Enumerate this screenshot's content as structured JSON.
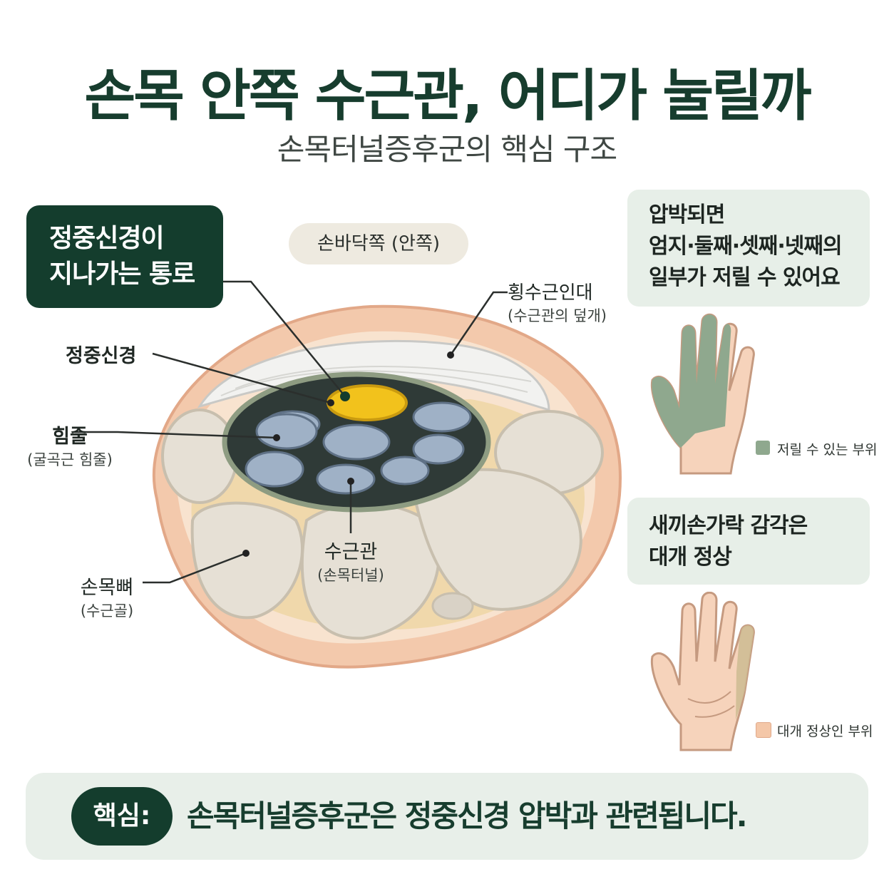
{
  "header": {
    "title": "손목 안쪽 수근관, 어디가 눌릴까",
    "subtitle": "손목터널증후군의 핵심 구조"
  },
  "diagram": {
    "callout_line1": "정중신경이",
    "callout_line2": "지나가는 통로",
    "palm_side_label": "손바닥쪽 (안쪽)",
    "labels": {
      "ligament": "횡수근인대",
      "ligament_sub": "(수근관의 덮개)",
      "median_nerve": "정중신경",
      "tendon": "힘줄",
      "tendon_sub": "(굴곡근 힘줄)",
      "wrist_bone": "손목뼈",
      "wrist_bone_sub": "(수근골)",
      "carpal_tunnel": "수근관",
      "carpal_tunnel_sub": "(손목터널)"
    }
  },
  "side": {
    "card1_lines": [
      "압박되면",
      "엄지·둘째·셋째·넷째의",
      "일부가 저릴 수 있어요"
    ],
    "legend1": "저릴 수 있는 부위",
    "card2_lines": [
      "새끼손가락 감각은",
      "대개 정상"
    ],
    "legend2": "대개 정상인 부위"
  },
  "summary": {
    "badge": "핵심:",
    "text": "손목터널증후군은 정중신경 압박과 관련됩니다."
  },
  "colors": {
    "dark_green": "#143d2d",
    "numb_area": "#8fa88e",
    "normal_area": "#f4c7a8",
    "nerve": "#f2c21c",
    "card_bg": "#e7efe8"
  }
}
